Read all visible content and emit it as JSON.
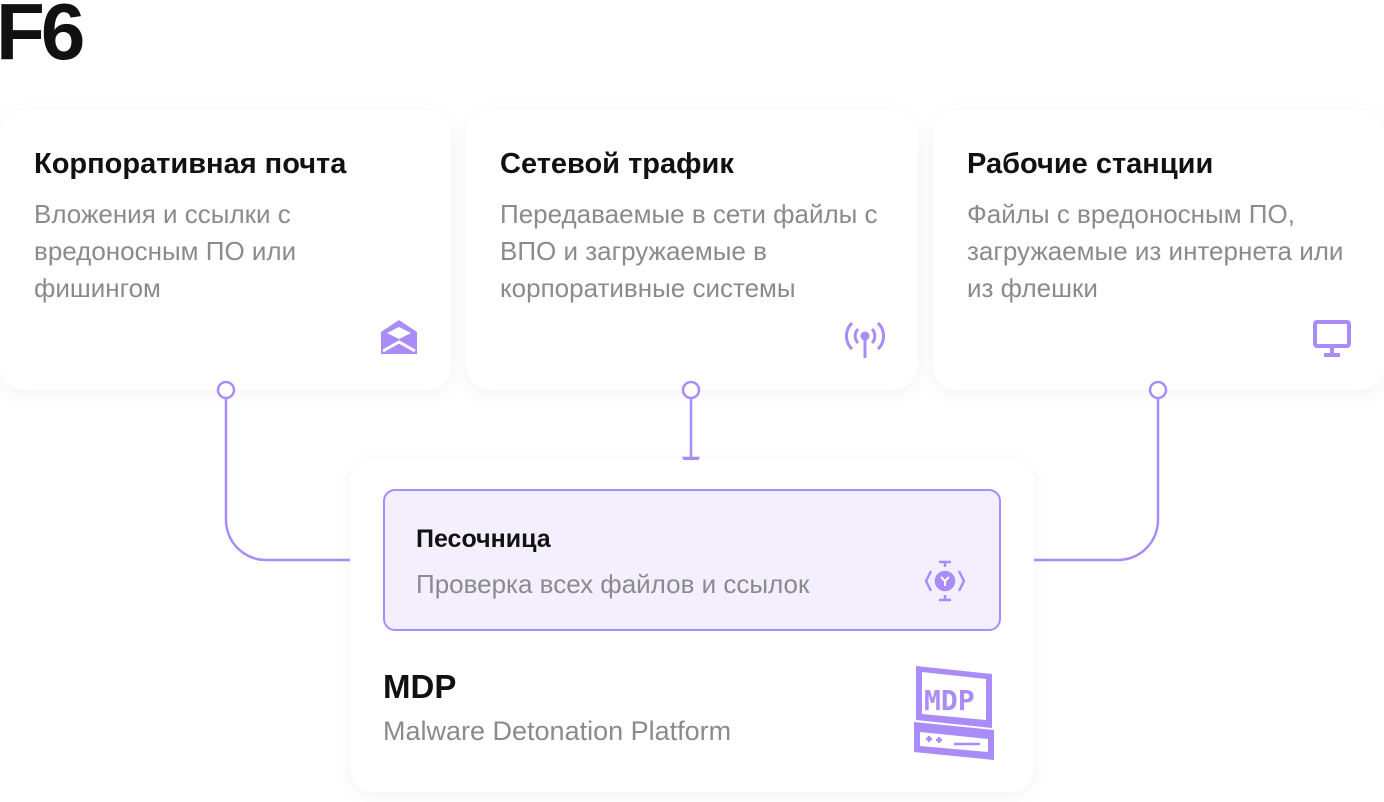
{
  "logo": "F6",
  "sources": [
    {
      "title": "Корпоративная почта",
      "desc": "Вложения и ссылки с вредоносным ПО или фишингом",
      "icon": "envelope-icon"
    },
    {
      "title": "Сетевой трафик",
      "desc": "Передаваемые в сети файлы с ВПО и загружаемые в корпоративные системы",
      "icon": "antenna-icon"
    },
    {
      "title": "Рабочие станции",
      "desc": "Файлы с вредоносным ПО, загружаемые из интернета или из флешки",
      "icon": "monitor-icon"
    }
  ],
  "sandbox": {
    "title": "Песочница",
    "desc": "Проверка всех файлов и ссылок",
    "icon": "sandbox-icon"
  },
  "platform": {
    "title": "MDP",
    "subtitle": "Malware Detonation Platform",
    "logo_text": "MDP"
  },
  "colors": {
    "accent": "#a98cf8",
    "sandbox_bg": "#f3effd",
    "text": "#111111",
    "muted": "#8a8a8f"
  }
}
